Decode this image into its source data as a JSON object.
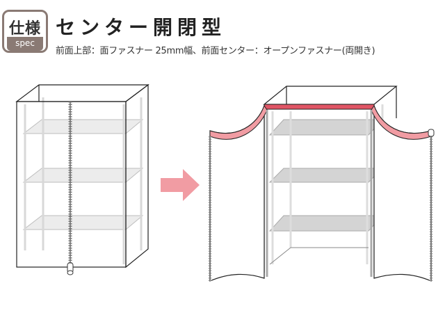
{
  "badge": {
    "main": "仕様",
    "sub": "spec"
  },
  "title": "センター開閉型",
  "subtitle": "前面上部：面ファスナー 25mm幅、前面センター：オープンファスナー(両開き)",
  "colors": {
    "accent_red": "#e05565",
    "accent_pink": "#f19ca3",
    "badge_gray": "#8a7a74",
    "shelf_gray": "#d4d4d4",
    "line": "#222222"
  },
  "icons": {
    "arrow": "arrow-right-icon"
  }
}
